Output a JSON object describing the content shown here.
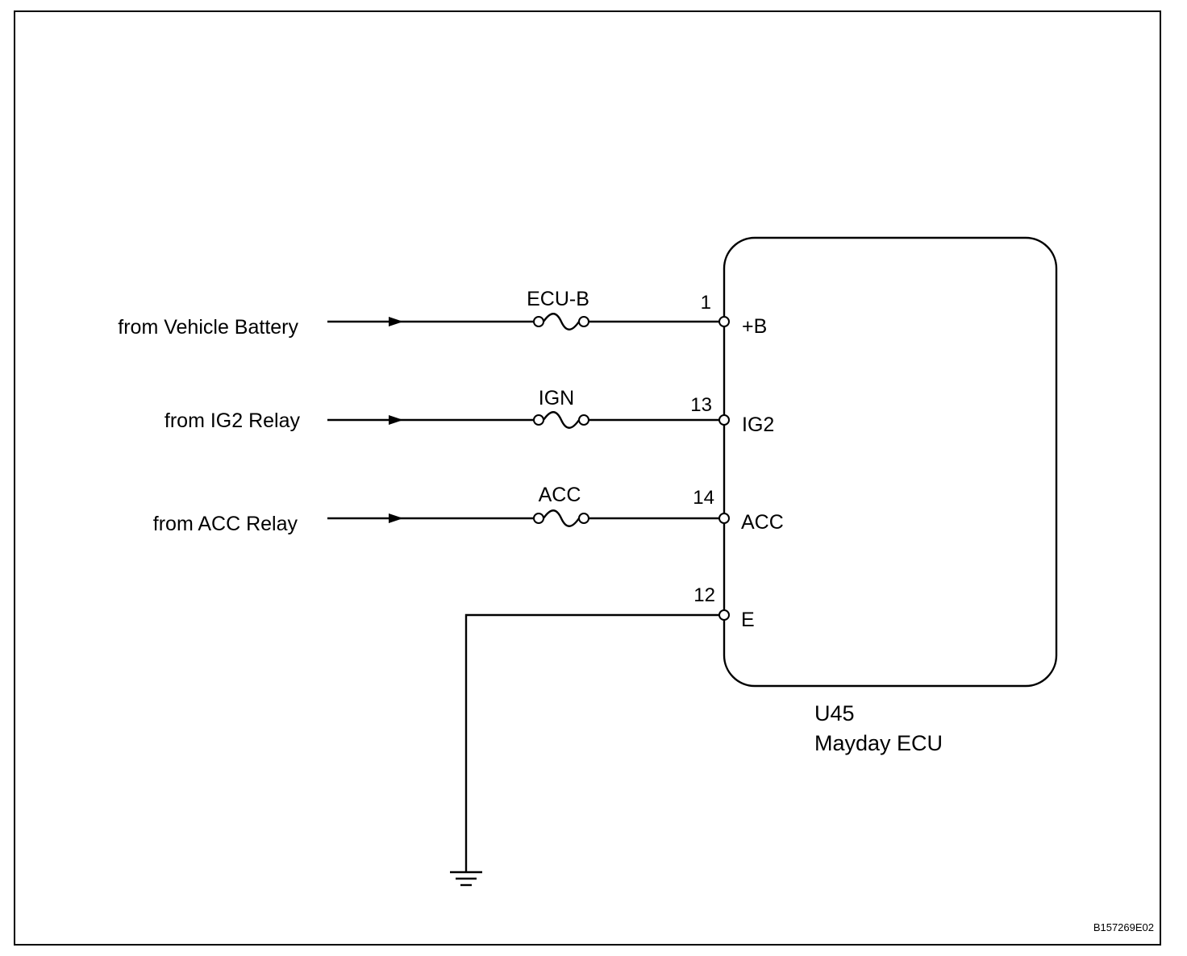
{
  "circuits": [
    {
      "source": "from Vehicle Battery",
      "fuse": "ECU-B",
      "pin": "1",
      "terminal": "+B"
    },
    {
      "source": "from IG2 Relay",
      "fuse": "IGN",
      "pin": "13",
      "terminal": "IG2"
    },
    {
      "source": "from ACC Relay",
      "fuse": "ACC",
      "pin": "14",
      "terminal": "ACC"
    }
  ],
  "ground": {
    "pin": "12",
    "terminal": "E"
  },
  "ecu": {
    "code": "U45",
    "name": "Mayday ECU"
  },
  "figure_code": "B157269E02"
}
